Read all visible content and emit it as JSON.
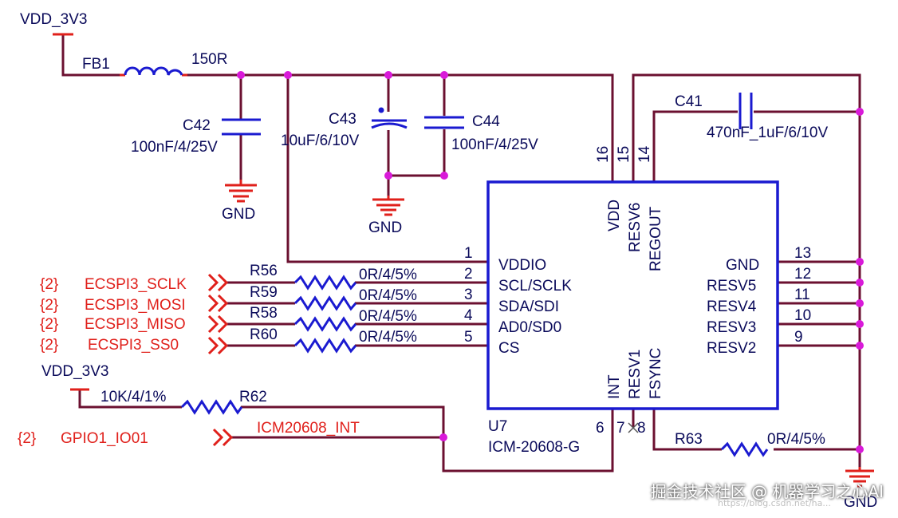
{
  "nets": {
    "vdd_top": "VDD_3V3",
    "vdd_bottom": "VDD_3V3",
    "gnd": "GND",
    "icm_int": "ICM20608_INT"
  },
  "components": {
    "fb1": {
      "ref": "FB1",
      "value": "150R"
    },
    "c42": {
      "ref": "C42",
      "value": "100nF/4/25V"
    },
    "c43": {
      "ref": "C43",
      "value": "10uF/6/10V"
    },
    "c44": {
      "ref": "C44",
      "value": "100nF/4/25V"
    },
    "c41": {
      "ref": "C41",
      "value": "470nF_1uF/6/10V"
    },
    "r56": {
      "ref": "R56",
      "value": "0R/4/5%"
    },
    "r59": {
      "ref": "R59",
      "value": "0R/4/5%"
    },
    "r58": {
      "ref": "R58",
      "value": "0R/4/5%"
    },
    "r60": {
      "ref": "R60",
      "value": "0R/4/5%"
    },
    "r62": {
      "ref": "R62",
      "value": "10K/4/1%"
    },
    "r63": {
      "ref": "R63",
      "value": "0R/4/5%"
    }
  },
  "ports": [
    {
      "sheet": "{2}",
      "name": "ECSPI3_SCLK"
    },
    {
      "sheet": "{2}",
      "name": "ECSPI3_MOSI"
    },
    {
      "sheet": "{2}",
      "name": "ECSPI3_MISO"
    },
    {
      "sheet": "{2}",
      "name": "ECSPI3_SS0"
    },
    {
      "sheet": "{2}",
      "name": "GPIO1_IO01"
    }
  ],
  "chip": {
    "ref": "U7",
    "part": "ICM-20608-G",
    "left_pins": [
      {
        "num": "1",
        "name": "VDDIO"
      },
      {
        "num": "2",
        "name": "SCL/SCLK"
      },
      {
        "num": "3",
        "name": "SDA/SDI"
      },
      {
        "num": "4",
        "name": "AD0/SD0"
      },
      {
        "num": "5",
        "name": "CS"
      }
    ],
    "right_pins": [
      {
        "num": "13",
        "name": "GND"
      },
      {
        "num": "12",
        "name": "RESV5"
      },
      {
        "num": "11",
        "name": "RESV4"
      },
      {
        "num": "10",
        "name": "RESV3"
      },
      {
        "num": "9",
        "name": "RESV2"
      }
    ],
    "top_pins": [
      {
        "num": "16",
        "name": "VDD"
      },
      {
        "num": "15",
        "name": "RESV6"
      },
      {
        "num": "14",
        "name": "REGOUT"
      }
    ],
    "bottom_pins": [
      {
        "num": "6",
        "name": "INT"
      },
      {
        "num": "7",
        "name": "RESV1"
      },
      {
        "num": "8",
        "name": "FSYNC"
      }
    ]
  },
  "watermark": {
    "text": "掘金技术社区 @ 机器学习之心AI",
    "url": "https://blog.csdn.net/ha..."
  },
  "colors": {
    "wire": "#6b1030",
    "component": "#1a1ad0",
    "net_label": "#e0201b",
    "junction": "#d91ad9",
    "text": "#0a0a5a"
  }
}
